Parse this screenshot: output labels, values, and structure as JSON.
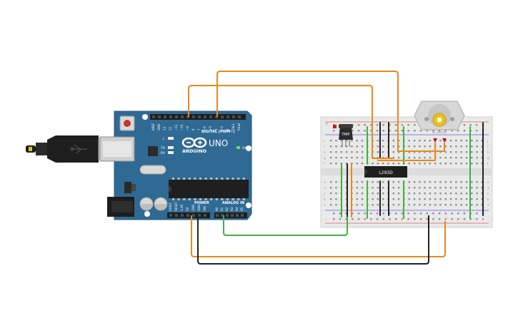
{
  "board": {
    "logo_text": "ARDUINO",
    "model": "UNO",
    "digital_label": "DIGITAL (PWM~)",
    "power_label": "POWER",
    "analog_label": "ANALOG IN",
    "on_label": "ON",
    "led_labels": [
      "L",
      "TX",
      "RX"
    ],
    "digital_pins": [
      "AREF",
      "GND",
      "13",
      "12",
      "~11",
      "~10",
      "~9",
      "8",
      "7",
      "~6",
      "~5",
      "4",
      "~3",
      "2",
      "TX▸1",
      "RX◂0"
    ],
    "power_pins": [
      "IOREF",
      "RESET",
      "3.3V",
      "5V",
      "GND",
      "GND",
      "VIN"
    ],
    "analog_pins": [
      "A0",
      "A1",
      "A2",
      "A3",
      "A4",
      "A5"
    ]
  },
  "breadboard": {
    "row_letters_top": [
      "j",
      "i",
      "h",
      "g",
      "f"
    ],
    "row_letters_bottom": [
      "e",
      "d",
      "c",
      "b",
      "a"
    ],
    "rail_plus": "+",
    "rail_minus": "-"
  },
  "components": {
    "sensor_label": "TMP",
    "driver_label": "L293D",
    "motor_label": "DC MOTOR"
  },
  "colors": {
    "board_blue": "#2f6a94",
    "wire_orange": "#e8891c",
    "wire_green": "#3db33d",
    "wire_black": "#222222",
    "breadboard": "#e9e9e9"
  }
}
